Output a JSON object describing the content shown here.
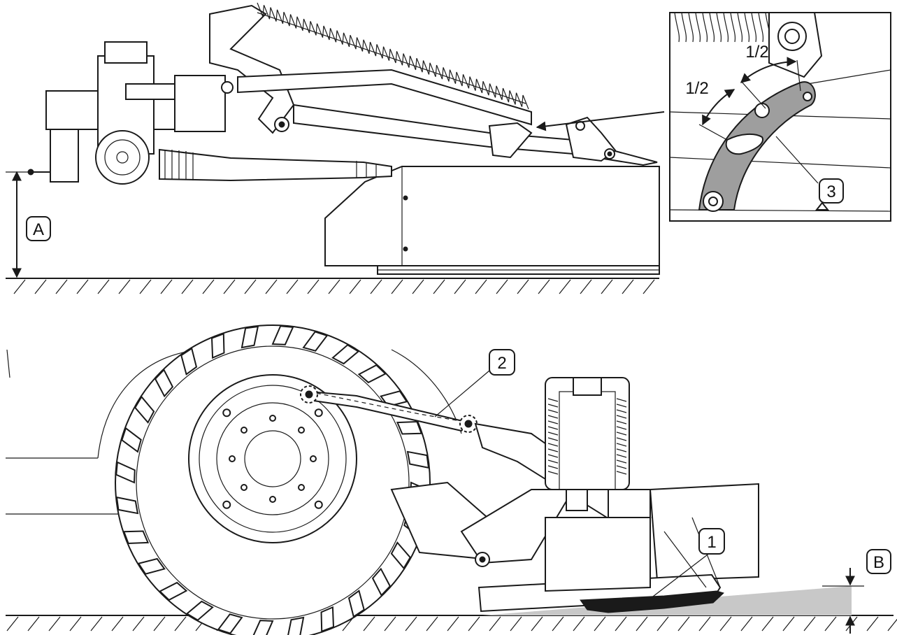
{
  "callouts": {
    "a": "A",
    "b": "B",
    "one": "1",
    "two": "2",
    "three": "3"
  },
  "detail": {
    "half_upper": "1/2",
    "half_lower": "1/2"
  },
  "colors": {
    "line": "#1a1a1a",
    "segment_fill": "#9e9e9e",
    "ground_wedge": "#c8c8c8",
    "background": "#ffffff"
  }
}
